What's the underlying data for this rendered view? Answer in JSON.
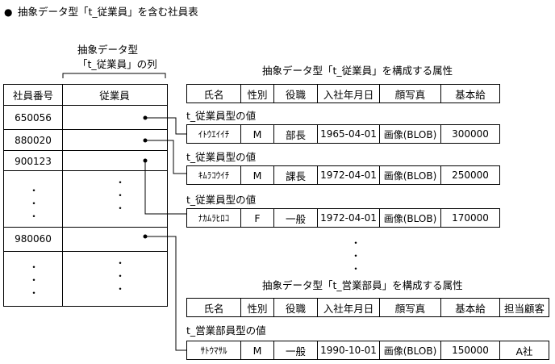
{
  "title": "抽象データ型「t_従業員」を含む社員表",
  "title_bullet": "●",
  "column_caption": {
    "line1": "抽象データ型",
    "line2": "「t_従業員」の列"
  },
  "left_table": {
    "headers": [
      "社員番号",
      "従業員"
    ],
    "rows": [
      "650056",
      "880020",
      "900123",
      "980060"
    ],
    "ellipsis": "・\n・\n・"
  },
  "employee_type": {
    "caption": "抽象データ型「t_従業員」を構成する属性",
    "headers": [
      "氏名",
      "性別",
      "役職",
      "入社年月日",
      "顔写真",
      "基本給"
    ],
    "value_label": "t_従業員型の値",
    "records": [
      [
        "ｲﾄｳｴｲｲﾁ",
        "M",
        "部長",
        "1965-04-01",
        "画像(BLOB)",
        "300000"
      ],
      [
        "ｷﾑﾗｺｳｲﾁ",
        "M",
        "課長",
        "1972-04-01",
        "画像(BLOB)",
        "250000"
      ],
      [
        "ﾅｶﾑﾗﾋﾛｺ",
        "F",
        "一般",
        "1972-04-01",
        "画像(BLOB)",
        "170000"
      ]
    ]
  },
  "sales_type": {
    "caption": "抽象データ型「t_営業部員」を構成する属性",
    "headers": [
      "氏名",
      "性別",
      "役職",
      "入社年月日",
      "顔写真",
      "基本給",
      "担当顧客"
    ],
    "value_label": "t_営業部員型の値",
    "records": [
      [
        "ｻﾄｳﾏｻﾙ",
        "M",
        "一般",
        "1990-10-01",
        "画像(BLOB)",
        "150000",
        "A社"
      ]
    ]
  },
  "middle_ellipsis": "・\n・\n・"
}
